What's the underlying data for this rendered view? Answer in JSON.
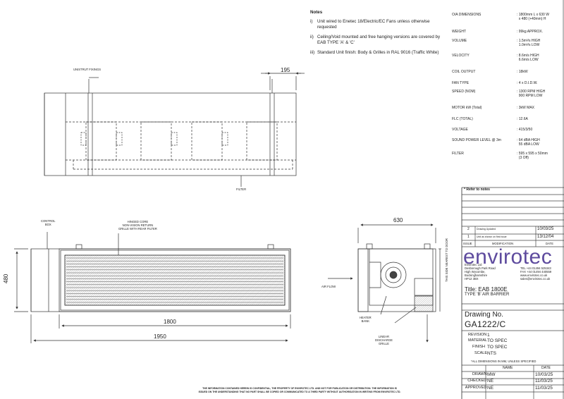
{
  "notes": {
    "title": "Notes",
    "items": [
      {
        "num": "i)",
        "text": "Unit wired to Enetec 18/Electric/EC Fans unless otherwise requested"
      },
      {
        "num": "ii)",
        "text": "Ceiling/Void mounted and free hanging versions are covered by EAB TYPE 'A' & 'C'"
      },
      {
        "num": "iii)",
        "text": "Standard Unit finish: Body & Grilles in RAL 9016 (Traffic White)"
      }
    ]
  },
  "specs": [
    {
      "label": "O/A DIMENSIONS",
      "value": ": 1800mm L x 630 W\n  x 480 (+40mm) H"
    },
    {
      "label": "WEIGHT",
      "value": ": 99kg APPROX."
    },
    {
      "label": "VOLUME",
      "value": ": 1.5m³/s HIGH\n  1.0m³/s LOW"
    },
    {
      "label": "VELOCITY",
      "value": ": 8.6m/s HIGH\n  6.6m/s LOW"
    },
    {
      "label": "COIL OUTPUT",
      "value": ": 18kW"
    },
    {
      "label": "FAN TYPE",
      "value": ": 4 x D.I.D.W."
    },
    {
      "label": "SPEED (NOM)",
      "value": ": 1300 RPM HIGH\n  900 RPM LOW"
    },
    {
      "label": "MOTOR kW (Total)",
      "value": ": 3kW MAX"
    },
    {
      "label": "FLC (TOTAL)",
      "value": ": 12.6A"
    },
    {
      "label": "VOLTAGE",
      "value": ": 415/3/50"
    },
    {
      "label": "SOUND POWER LEVEL @ 3m",
      "value": ": 64 dBA HIGH\n  55 dBA LOW"
    },
    {
      "label": "FILTER",
      "value": ": 595 x 595 x 50mm\n  (3 Off)"
    }
  ],
  "refer_notes": "* Refer to notes",
  "revisions": {
    "rows": [
      {
        "issue": "2",
        "mod": "Drawing Updated",
        "date": "10/03/25"
      },
      {
        "issue": "1",
        "mod": "Unit as shown on first issue",
        "date": "13/12/04"
      }
    ],
    "header": {
      "issue": "ISSUE",
      "mod": "MODIFICATION",
      "date": "DATE"
    }
  },
  "company": {
    "logo": "envirotec",
    "name": "Envirotec Ltd",
    "addr": [
      "Desborough Park Road",
      "High Wycombe,",
      "Buckinghamshire",
      "HP12 3BX"
    ],
    "contact": [
      "TEL +44 01494 525343",
      "FAX +44 01494 440559",
      "www.envirotec.co.uk",
      "sales@envirotec.co.uk"
    ]
  },
  "title": {
    "line1": "Title: EAB 1800E",
    "line2": "TYPE 'B' AIR BARRIER"
  },
  "drawing": {
    "label": "Drawing No.",
    "number": "GA1222/C"
  },
  "info": [
    {
      "key": "REVISION",
      "val": "1"
    },
    {
      "key": "MATERIAL",
      "val": "TO SPEC"
    },
    {
      "key": "FINISH",
      "val": "TO SPEC"
    },
    {
      "key": "SCALE",
      "val": "NTS"
    }
  ],
  "dims_note": "*ALL DIMENSIONS IN MM, UNLESS SPECIFIED",
  "approvals": {
    "header": {
      "name": "NAME",
      "date": "DATE"
    },
    "rows": [
      {
        "role": "DRAWN",
        "name": "MW",
        "date": "10/03/25"
      },
      {
        "role": "CHECKED",
        "name": "NE",
        "date": "11/03/25"
      },
      {
        "role": "APPROVED",
        "name": "NE",
        "date": "11/03/25"
      }
    ]
  },
  "labels": {
    "unistrut": "UNISTRUT FIXINGS",
    "filter": "FILTER",
    "control": [
      "CONTROL",
      "BOX"
    ],
    "hinged": [
      "HINGED CORE",
      "NON-VISION RETURN",
      "GRILLE WITH REAR FILTER"
    ],
    "airflow": "AIR FLOW",
    "heater": [
      "HEATER",
      "BANK"
    ],
    "linear": [
      "LINEAR",
      "DISCHARGE",
      "GRILLE"
    ],
    "side_note": "THIS SIDE NEAREST TO DOOR"
  },
  "dims": {
    "d195": "195",
    "d630": "630",
    "d480": "480",
    "d1800": "1800",
    "d1950": "1950"
  },
  "disclaimer": [
    "THE INFORMATION CONTAINED HEREIN IS CONFIDENTIAL, THE PROPERTY OF ENVIROTEC LTD. AND NOT FOR PUBLICATION OR DISTRIBUTION. THE INFORMATION IS",
    "ISSUED ON THE UNDERSTANDING THAT NO PART SHALL BE COPIED OR COMMUNICATED TO A THIRD PARTY WITHOUT AUTHORISATION IN WRITING FROM ENVIROTEC LTD."
  ],
  "colors": {
    "logo": "#5e4b9e",
    "line": "#333333"
  }
}
